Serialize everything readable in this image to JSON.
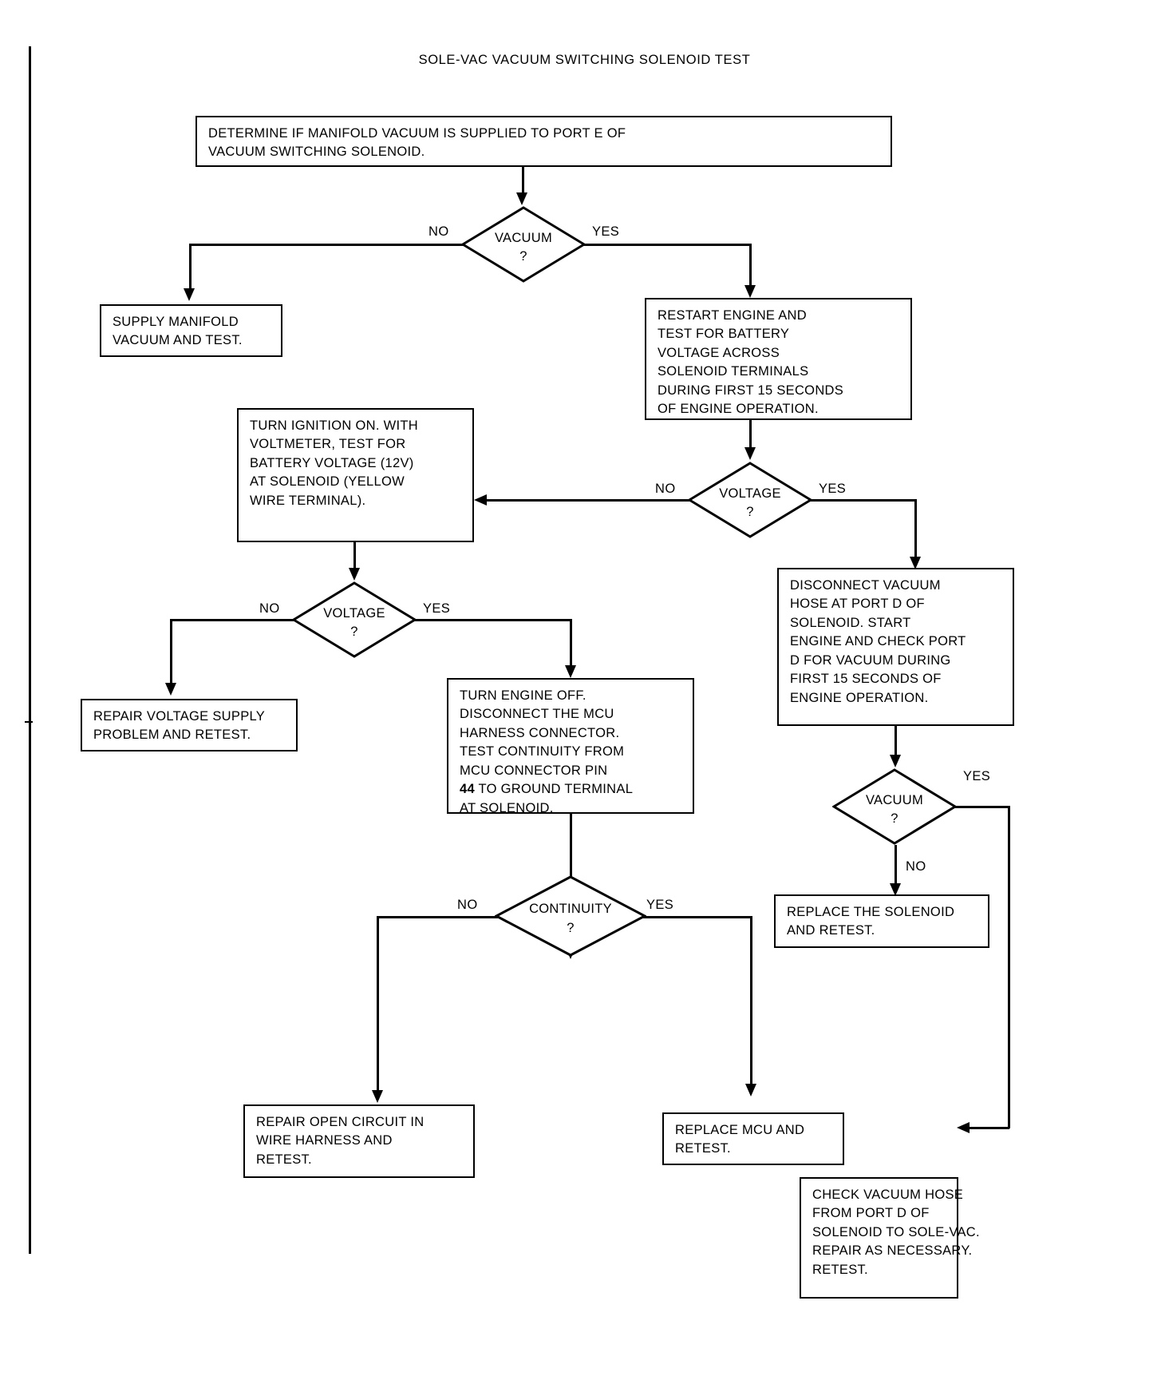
{
  "document": {
    "title": "SOLE-VAC VACUUM SWITCHING SOLENOID TEST"
  },
  "colors": {
    "ink": "#000000",
    "paper": "#ffffff"
  },
  "edge_labels": {
    "no": "NO",
    "yes": "YES"
  },
  "chart_data": {
    "type": "diagram",
    "subtype": "flowchart",
    "title": "SOLE-VAC VACUUM SWITCHING SOLENOID TEST",
    "nodes": [
      {
        "id": "n1",
        "shape": "process",
        "text": "DETERMINE IF MANIFOLD VACUUM IS SUPPLIED TO PORT E OF VACUUM SWITCHING SOLENOID."
      },
      {
        "id": "d1",
        "shape": "decision",
        "text": "VACUUM ?"
      },
      {
        "id": "n2",
        "shape": "process",
        "text": "SUPPLY MANIFOLD VACUUM AND TEST."
      },
      {
        "id": "n3",
        "shape": "process",
        "text": "RESTART ENGINE AND TEST FOR BATTERY VOLTAGE ACROSS SOLENOID TERMINALS DURING FIRST 15 SECONDS OF ENGINE OPERATION."
      },
      {
        "id": "d2",
        "shape": "decision",
        "text": "VOLTAGE ?"
      },
      {
        "id": "n4",
        "shape": "process",
        "text": "TURN IGNITION ON. WITH VOLTMETER, TEST FOR BATTERY VOLTAGE (12V) AT SOLENOID (YELLOW WIRE TERMINAL)."
      },
      {
        "id": "n5",
        "shape": "process",
        "text": "DISCONNECT VACUUM HOSE AT PORT D OF SOLENOID. START ENGINE AND CHECK PORT D FOR VACUUM DURING FIRST 15 SECONDS OF ENGINE OPERATION."
      },
      {
        "id": "d3",
        "shape": "decision",
        "text": "VOLTAGE ?"
      },
      {
        "id": "n6",
        "shape": "process",
        "text": "REPAIR VOLTAGE SUPPLY PROBLEM AND RETEST."
      },
      {
        "id": "n7",
        "shape": "process",
        "text": "TURN ENGINE OFF. DISCONNECT THE MCU HARNESS CONNECTOR. TEST CONTINUITY FROM MCU CONNECTOR PIN 44 TO GROUND TERMINAL AT SOLENOID."
      },
      {
        "id": "d4",
        "shape": "decision",
        "text": "VACUUM ?"
      },
      {
        "id": "n8",
        "shape": "process",
        "text": "REPLACE THE SOLENOID AND RETEST."
      },
      {
        "id": "d5",
        "shape": "decision",
        "text": "CONTINUITY ?"
      },
      {
        "id": "n9",
        "shape": "process",
        "text": "REPAIR OPEN CIRCUIT IN WIRE HARNESS AND RETEST."
      },
      {
        "id": "n10",
        "shape": "process",
        "text": "REPLACE MCU AND RETEST."
      },
      {
        "id": "n11",
        "shape": "process",
        "text": "CHECK VACUUM HOSE FROM PORT D OF SOLENOID TO SOLE-VAC. REPAIR AS NECESSARY. RETEST."
      }
    ],
    "edges": [
      {
        "from": "n1",
        "to": "d1",
        "label": ""
      },
      {
        "from": "d1",
        "to": "n2",
        "label": "NO"
      },
      {
        "from": "d1",
        "to": "n3",
        "label": "YES"
      },
      {
        "from": "n3",
        "to": "d2",
        "label": ""
      },
      {
        "from": "d2",
        "to": "n4",
        "label": "NO"
      },
      {
        "from": "d2",
        "to": "n5",
        "label": "YES"
      },
      {
        "from": "n4",
        "to": "d3",
        "label": ""
      },
      {
        "from": "d3",
        "to": "n6",
        "label": "NO"
      },
      {
        "from": "d3",
        "to": "n7",
        "label": "YES"
      },
      {
        "from": "n5",
        "to": "d4",
        "label": ""
      },
      {
        "from": "d4",
        "to": "n8",
        "label": "NO"
      },
      {
        "from": "d4",
        "to": "n11",
        "label": "YES"
      },
      {
        "from": "n7",
        "to": "d5",
        "label": ""
      },
      {
        "from": "d5",
        "to": "n9",
        "label": "NO"
      },
      {
        "from": "d5",
        "to": "n10",
        "label": "YES"
      }
    ]
  },
  "boxes": {
    "determine": {
      "lines": [
        "DETERMINE IF MANIFOLD VACUUM IS SUPPLIED TO PORT E OF",
        "VACUUM SWITCHING SOLENOID."
      ]
    },
    "supply_manifold": {
      "lines": [
        "SUPPLY MANIFOLD",
        "VACUUM AND TEST."
      ]
    },
    "restart_engine": {
      "lines": [
        "RESTART ENGINE AND",
        "TEST FOR BATTERY",
        "VOLTAGE ACROSS",
        "SOLENOID TERMINALS",
        "DURING FIRST 15 SECONDS",
        "OF ENGINE OPERATION."
      ]
    },
    "turn_ignition": {
      "lines": [
        "TURN IGNITION ON. WITH",
        "VOLTMETER, TEST FOR",
        "BATTERY VOLTAGE (12V)",
        "AT SOLENOID (YELLOW",
        "WIRE TERMINAL)."
      ]
    },
    "disconnect_vacuum_hose": {
      "lines": [
        "DISCONNECT VACUUM",
        "HOSE AT PORT D OF",
        "SOLENOID. START",
        "ENGINE AND CHECK PORT",
        "D FOR VACUUM DURING",
        "FIRST 15 SECONDS OF",
        "ENGINE OPERATION."
      ]
    },
    "repair_voltage_supply": {
      "lines": [
        "REPAIR VOLTAGE SUPPLY",
        "PROBLEM AND RETEST."
      ]
    },
    "turn_engine_off": {
      "lines": [
        "TURN ENGINE OFF.",
        "DISCONNECT THE MCU",
        "HARNESS CONNECTOR.",
        "TEST CONTINUITY FROM",
        "MCU CONNECTOR PIN"
      ],
      "pin_number": "44",
      "pin_rest": " TO GROUND TERMINAL",
      "last_line": "AT SOLENOID."
    },
    "replace_solenoid": {
      "lines": [
        "REPLACE THE SOLENOID",
        "AND RETEST."
      ]
    },
    "repair_open_circuit": {
      "lines": [
        "REPAIR OPEN CIRCUIT IN",
        "WIRE HARNESS AND",
        "RETEST."
      ]
    },
    "replace_mcu": {
      "lines": [
        "REPLACE MCU AND",
        "RETEST."
      ]
    },
    "check_vacuum_hose": {
      "lines": [
        "CHECK VACUUM HOSE",
        "FROM PORT D OF",
        "SOLENOID TO SOLE-VAC.",
        "REPAIR AS NECESSARY.",
        "RETEST."
      ]
    }
  },
  "decisions": {
    "vacuum_1": {
      "label": "VACUUM",
      "mark": "?"
    },
    "voltage_1": {
      "label": "VOLTAGE",
      "mark": "?"
    },
    "voltage_2": {
      "label": "VOLTAGE",
      "mark": "?"
    },
    "vacuum_2": {
      "label": "VACUUM",
      "mark": "?"
    },
    "continuity": {
      "label": "CONTINUITY",
      "mark": "?"
    }
  }
}
